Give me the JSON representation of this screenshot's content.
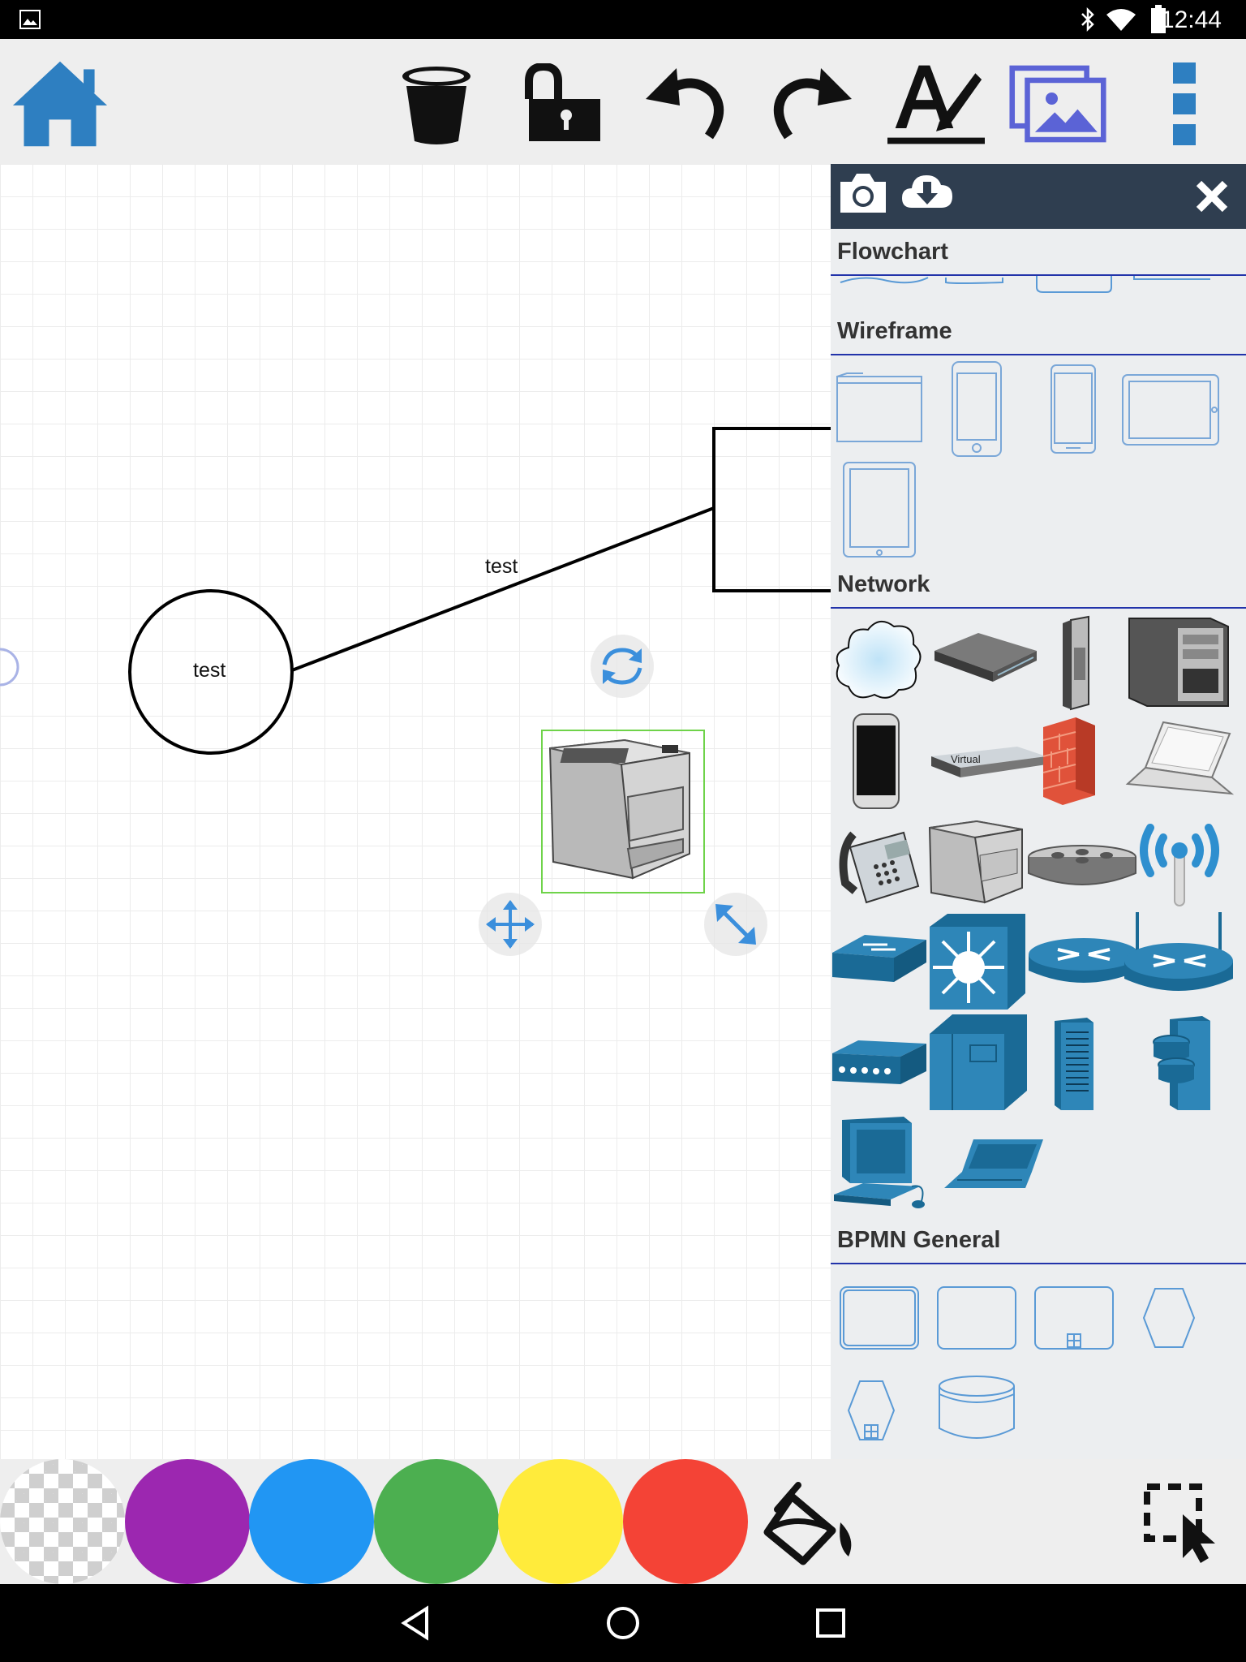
{
  "status_bar": {
    "time": "12:44",
    "icons": [
      "image-notification-icon",
      "bluetooth-icon",
      "wifi-icon",
      "battery-icon"
    ]
  },
  "toolbar": {
    "buttons": [
      "home-icon",
      "trash-icon",
      "unlock-icon",
      "undo-icon",
      "redo-icon",
      "text-style-icon",
      "image-gallery-icon",
      "overflow-menu-icon"
    ]
  },
  "canvas": {
    "circle_label": "test",
    "edge_label": "test",
    "selected_item": "printer"
  },
  "panel": {
    "header_icons": [
      "camera-icon",
      "cloud-download-icon",
      "close-icon"
    ],
    "sections": {
      "flowchart": "Flowchart",
      "wireframe": "Wireframe",
      "network": "Network",
      "bpmn": "BPMN General"
    },
    "virtual_label": "Virtual"
  },
  "colors": {
    "swatches": [
      "transparent",
      "#9c27b0",
      "#2196f3",
      "#4caf50",
      "#ffeb3b",
      "#f44336"
    ],
    "accent": "#2e7fc1",
    "panel_header": "#2f3e50"
  }
}
